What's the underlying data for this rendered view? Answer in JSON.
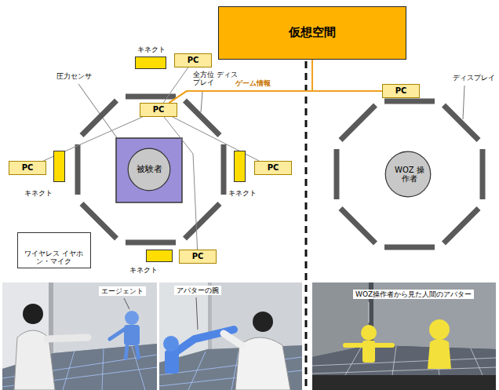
{
  "diagram": {
    "nodes": [
      {
        "text": [
          "仮想空間"
        ]
      },
      {
        "text": [
          "キネクト"
        ]
      },
      {
        "text": [
          "PC"
        ]
      },
      {
        "text": [
          "PC"
        ]
      },
      {
        "text": [
          "PC"
        ]
      },
      {
        "text": [
          "PC"
        ]
      },
      {
        "text": [
          "キネクト"
        ]
      },
      {
        "text": [
          "被験者"
        ]
      },
      {
        "text": [
          "キネクト"
        ]
      },
      {
        "text": [
          "PC"
        ]
      },
      {
        "text": [
          "WOZ 操作者"
        ]
      },
      {
        "text": [
          "ワイヤレス イヤホン・マイク"
        ]
      },
      {
        "text": [
          "キネクト"
        ]
      },
      {
        "text": [
          "PC"
        ]
      }
    ],
    "edges": [
      {
        "from": 3,
        "to": 4,
        "arrow": "none",
        "label": "ゲーム情報"
      },
      {
        "from": 0,
        "to": 3,
        "arrow": "none"
      },
      {
        "from": 0,
        "to": 4,
        "arrow": "none"
      },
      {
        "from": 2,
        "to": 3,
        "arrow": "none"
      },
      {
        "from": 5,
        "to": 3,
        "arrow": "none"
      },
      {
        "from": 9,
        "to": 3,
        "arrow": "none"
      },
      {
        "from": 13,
        "to": 3,
        "arrow": "none"
      }
    ],
    "labels": [
      "圧力センサ",
      "全方位 ディスプレイ",
      "ディスプレイ",
      "エージェント",
      "アバターの腕",
      "WOZ操作者から見た人間のアバター"
    ]
  }
}
